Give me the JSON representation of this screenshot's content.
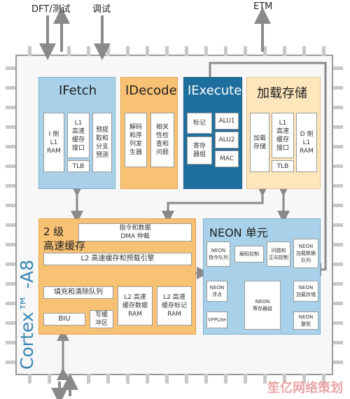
{
  "top_labels": {
    "dft": "DFT/测试",
    "debug": "调试",
    "etm": "ETM"
  },
  "vertical_label": "Cortex™ -A8",
  "ifetch": {
    "title": "IFetch",
    "boxes": [
      "I 侧\nL1\nRAM",
      "L1\n高速\n缓存\n接口",
      "预提\n取和\n分支\n预测",
      "TLB"
    ]
  },
  "idecode": {
    "title": "IDecode",
    "boxes": [
      "解码\n和序\n列发\n生器",
      "相关\n性检\n查和\n问题"
    ]
  },
  "iexecute": {
    "title": "IExecute",
    "boxes": [
      "标记",
      "寄存\n器组",
      "ALU1",
      "ALU2",
      "MAC"
    ]
  },
  "loadstore": {
    "title": "加载存储",
    "boxes": [
      "加载\n存储",
      "L1\n高速\n缓存\n接口",
      "D 侧\nL1\nRAM",
      "TLB"
    ]
  },
  "l2": {
    "title": "2 级\n高速缓存",
    "dma": "指令和数据\nDMA 仲裁",
    "prefetch": "L2 高速缓存和预载引擎",
    "fill_queue": "填充和清除队列",
    "biu": "BIU",
    "write_buffer": "写缓\n冲区",
    "data_ram": "L2 高速\n缓存数据\nRAM",
    "tag_ram": "L2 高速\n缓存标记\nRAM"
  },
  "neon": {
    "title": "NEON 单元",
    "boxes": [
      "NEON\n指令队列",
      "解码控制",
      "问题和\n正向控制",
      "NEON\n加载数据\n队列",
      "NEON\n浮点",
      "NEON\n寄存器组",
      "NEON\n加载存储",
      "VFPLite",
      "NEON\n整型"
    ]
  },
  "watermark": "笙亿网络策划"
}
